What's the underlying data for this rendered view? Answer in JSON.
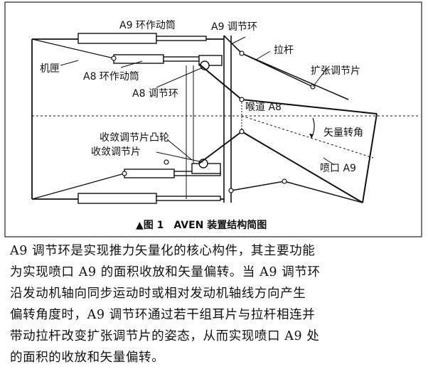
{
  "figure": {
    "labels": {
      "a9_actuator": "A9 环作动筒",
      "a9_ring": "A9 调节环",
      "pull_rod": "拉杆",
      "frame": "机匣",
      "a8_actuator": "A8 环作动筒",
      "a8_ring": "A8 调节环",
      "divergent_flap": "扩张调节片",
      "throat": "喉道 A8",
      "vector_angle": "矢量转角",
      "cam": "收敛调节片凸轮",
      "convergent_flap": "收敛调节片",
      "nozzle_exit": "喷口 A9"
    },
    "caption": "▲图 1　AVEN 装置结构简图"
  },
  "body_text": [
    "A9 调节环是实现推力矢量化的核心构件，其主要功能",
    "为实现喷口 A9 的面积收放和矢量偏转。当 A9 调节环",
    "沿发动机轴向同步运动时或相对发动机轴线方向产生",
    "偏转角度时，A9 调节环通过若干组耳片与拉杆相连并",
    "带动拉杆改变扩张调节片的姿态，从而实现喷口 A9 处",
    "的面积的收放和矢量偏转。"
  ]
}
